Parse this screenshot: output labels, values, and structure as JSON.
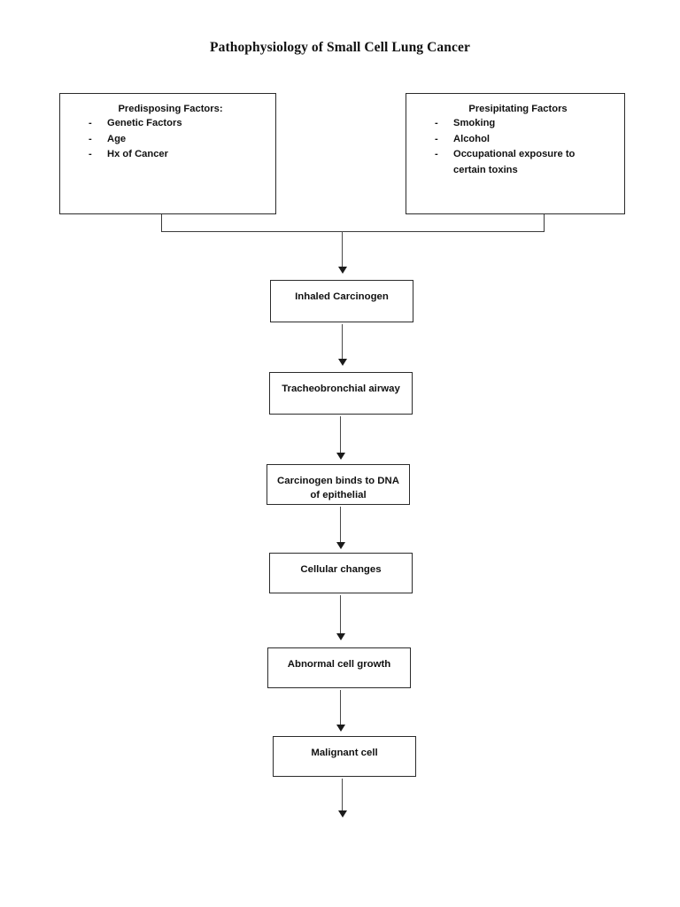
{
  "document": {
    "title": "Pathophysiology of Small Cell Lung Cancer"
  },
  "factor_boxes": [
    {
      "heading": "Predisposing Factors:",
      "bullet": "-",
      "items": [
        "Genetic Factors",
        "Age",
        "Hx of Cancer"
      ]
    },
    {
      "heading": "Presipitating Factors",
      "bullet": "-",
      "items": [
        "Smoking",
        "Alcohol",
        "Occupational exposure to certain toxins"
      ]
    }
  ],
  "chain": [
    {
      "label": "Inhaled Carcinogen",
      "line2": ""
    },
    {
      "label": "Tracheobronchial airway",
      "line2": ""
    },
    {
      "label": "Carcinogen binds to DNA",
      "line2": "of epithelial"
    },
    {
      "label": "Cellular changes",
      "line2": ""
    },
    {
      "label": "Abnormal cell growth",
      "line2": ""
    },
    {
      "label": "Malignant cell",
      "line2": ""
    }
  ],
  "colors": {
    "box_border": "#2b2b2b",
    "connector": "#3a3a3a",
    "arrow": "#1b1b1b",
    "text": "#111111",
    "background": "#ffffff"
  }
}
